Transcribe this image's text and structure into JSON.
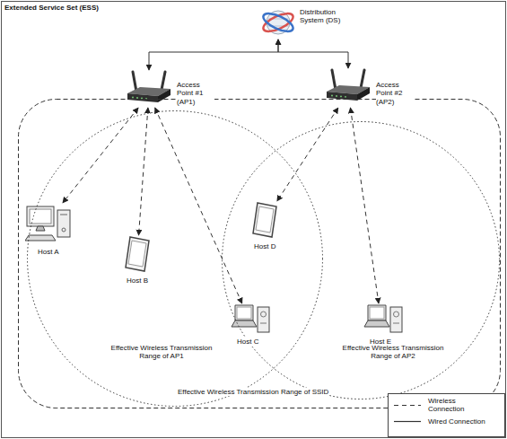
{
  "diagram": {
    "nodes": [
      {
        "text": [
          "Extended Service Set (ESS)"
        ]
      },
      {
        "text": [
          "Distribution System (DS)"
        ],
        "in": 0
      },
      {
        "text": [
          "Effective Wireless Transmission Range of SSID"
        ],
        "in": 0
      },
      {
        "text": [
          "Effective Wireless Transmission Range of AP1"
        ],
        "in": 2
      },
      {
        "text": [
          "Access Point #1 (AP1)"
        ],
        "in": 3
      },
      {
        "text": [
          "Host A"
        ],
        "in": 3
      },
      {
        "text": [
          "Host B"
        ],
        "in": 3
      },
      {
        "text": [
          "Host C"
        ],
        "in": 2
      },
      {
        "text": [
          "Host D"
        ],
        "in": 2
      },
      {
        "text": [
          "Effective Wireless Transmission Range of AP2"
        ],
        "in": 2
      },
      {
        "text": [
          "Access Point #2 (AP2)"
        ],
        "in": 9
      },
      {
        "text": [
          "Host E"
        ],
        "in": 9
      }
    ],
    "edges": [
      {
        "from": 1,
        "to": 4,
        "arrow": "both"
      },
      {
        "from": 1,
        "to": 10,
        "arrow": "both"
      },
      {
        "from": 4,
        "to": 5,
        "arrow": "both"
      },
      {
        "from": 4,
        "to": 6,
        "arrow": "both"
      },
      {
        "from": 4,
        "to": 7,
        "arrow": "both"
      },
      {
        "from": 10,
        "to": 8,
        "arrow": "both"
      },
      {
        "from": 10,
        "to": 11,
        "arrow": "both"
      }
    ],
    "legend": [
      {
        "text": "Wireless Connection"
      },
      {
        "text": "Wired Connection"
      }
    ]
  }
}
